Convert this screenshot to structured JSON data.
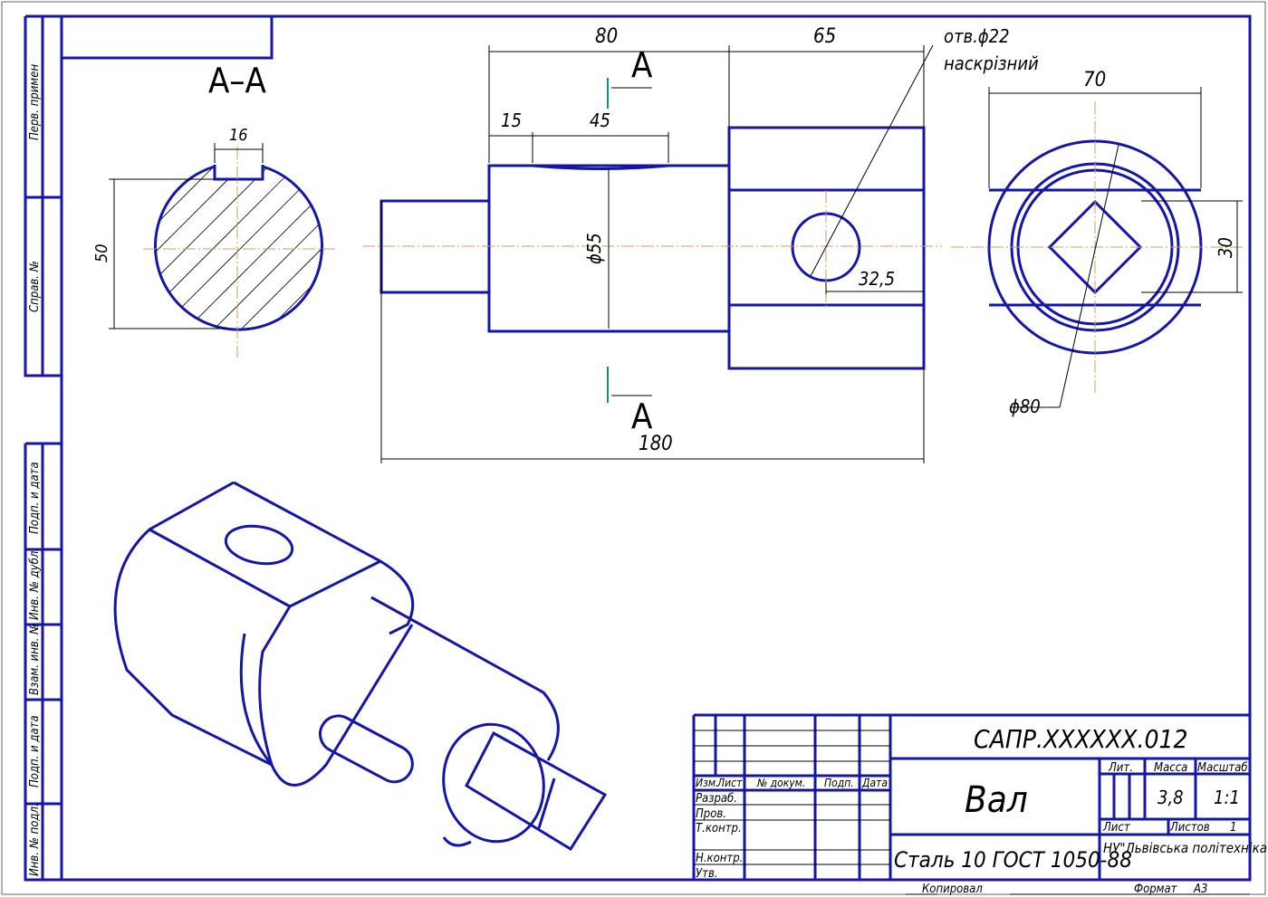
{
  "side_labels": [
    "Перв. примен",
    "Справ. №",
    "Подп. и дата",
    "Инв. № дубл.",
    "Взам. инв. №",
    "Подп. и дата",
    "Инв. № подл."
  ],
  "section": {
    "title": "A–A",
    "dim_width": "16",
    "dim_diameter": "50"
  },
  "front_view": {
    "dim_80": "80",
    "dim_65": "65",
    "hole_note": "отв.ϕ22",
    "hole_note2": "наскрізний",
    "dim_15": "15",
    "dim_45": "45",
    "dim_d55": "ϕ55",
    "dim_32_5": "32,5",
    "dim_180": "180",
    "cut_top": "A",
    "cut_bottom": "A"
  },
  "side_view": {
    "dim_70": "70",
    "dim_30": "30",
    "dim_d80": "ϕ80"
  },
  "title_block": {
    "code": "САПР.XXXXXX.012",
    "name": "Вал",
    "material": "Сталь 10  ГОСТ 1050-88",
    "headers": {
      "izm": "Изм.",
      "list": "Лист",
      "doc": "№ докум.",
      "sign": "Подп.",
      "date": "Дата"
    },
    "roles": [
      "Разраб.",
      "Пров.",
      "Т.контр.",
      "Н.контр.",
      "Утв."
    ],
    "lit": "Лит.",
    "mass_label": "Масса",
    "scale_label": "Масштаб",
    "mass": "3,8",
    "scale": "1:1",
    "sheet": "Лист",
    "sheets": "Листов",
    "sheets_count": "1",
    "org": "НУ\"Львівська політехніка\"",
    "copied": "Копировал",
    "format_label": "Формат",
    "format": "А3"
  }
}
